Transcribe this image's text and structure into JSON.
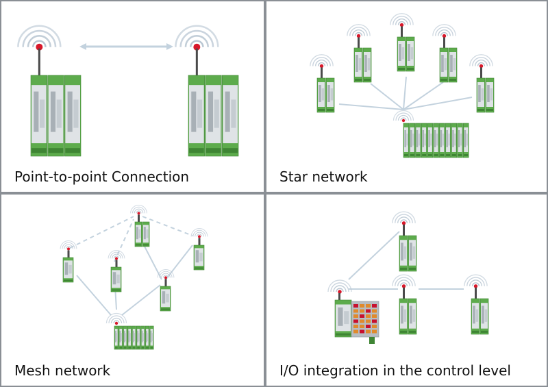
{
  "panels": [
    {
      "id": "p2p",
      "caption": "Point-to-point Connection"
    },
    {
      "id": "star",
      "caption": "Star network"
    },
    {
      "id": "mesh",
      "caption": "Mesh network"
    },
    {
      "id": "io",
      "caption": "I/O integration in the control level"
    }
  ],
  "colors": {
    "background": "#ffffff",
    "border": "#8a8f95",
    "link": "#c3d2de",
    "device_green": "#5dab4c",
    "device_green_dark": "#3f8534",
    "device_face": "#dfe3e6",
    "antenna": "#4a4a4a",
    "beacon": "#d8172a",
    "io_orange": "#e08a2c",
    "io_red": "#c8102e"
  },
  "icons": {
    "radio": "radio-module-icon",
    "wave": "wireless-signal-icon",
    "controller": "io-controller-icon"
  }
}
